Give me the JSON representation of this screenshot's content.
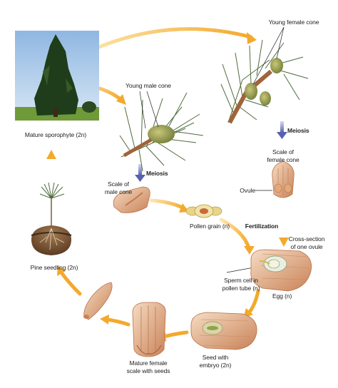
{
  "labels": {
    "young_female_cone": "Young female cone",
    "young_male_cone": "Young male cone",
    "mature_sporophyte": "Mature sporophyte (2n)",
    "meiosis_female": "Meiosis",
    "meiosis_male": "Meiosis",
    "scale_female_cone": "Scale of\nfemale cone",
    "ovule": "Ovule",
    "scale_male_cone": "Scale of\nmale cone",
    "pollen_grain": "Pollen grain (n)",
    "fertilization": "Fertilization",
    "cross_section": "Cross-section\nof one ovule",
    "sperm_cell": "Sperm cell in\npollen tube (n)",
    "egg": "Egg (n)",
    "pine_seedling": "Pine seedling (2n)",
    "seed_embryo": "Seed with\nembryo (2n)",
    "mature_female_scale": "Mature female\nscale with seeds"
  },
  "colors": {
    "cycle_arrow": "#f5b941",
    "meiosis_arrow": "#6a6fb8",
    "scale_tan": "#d89a6c",
    "needle_green": "#5d7a4a",
    "sky": "#a9cbe9"
  }
}
